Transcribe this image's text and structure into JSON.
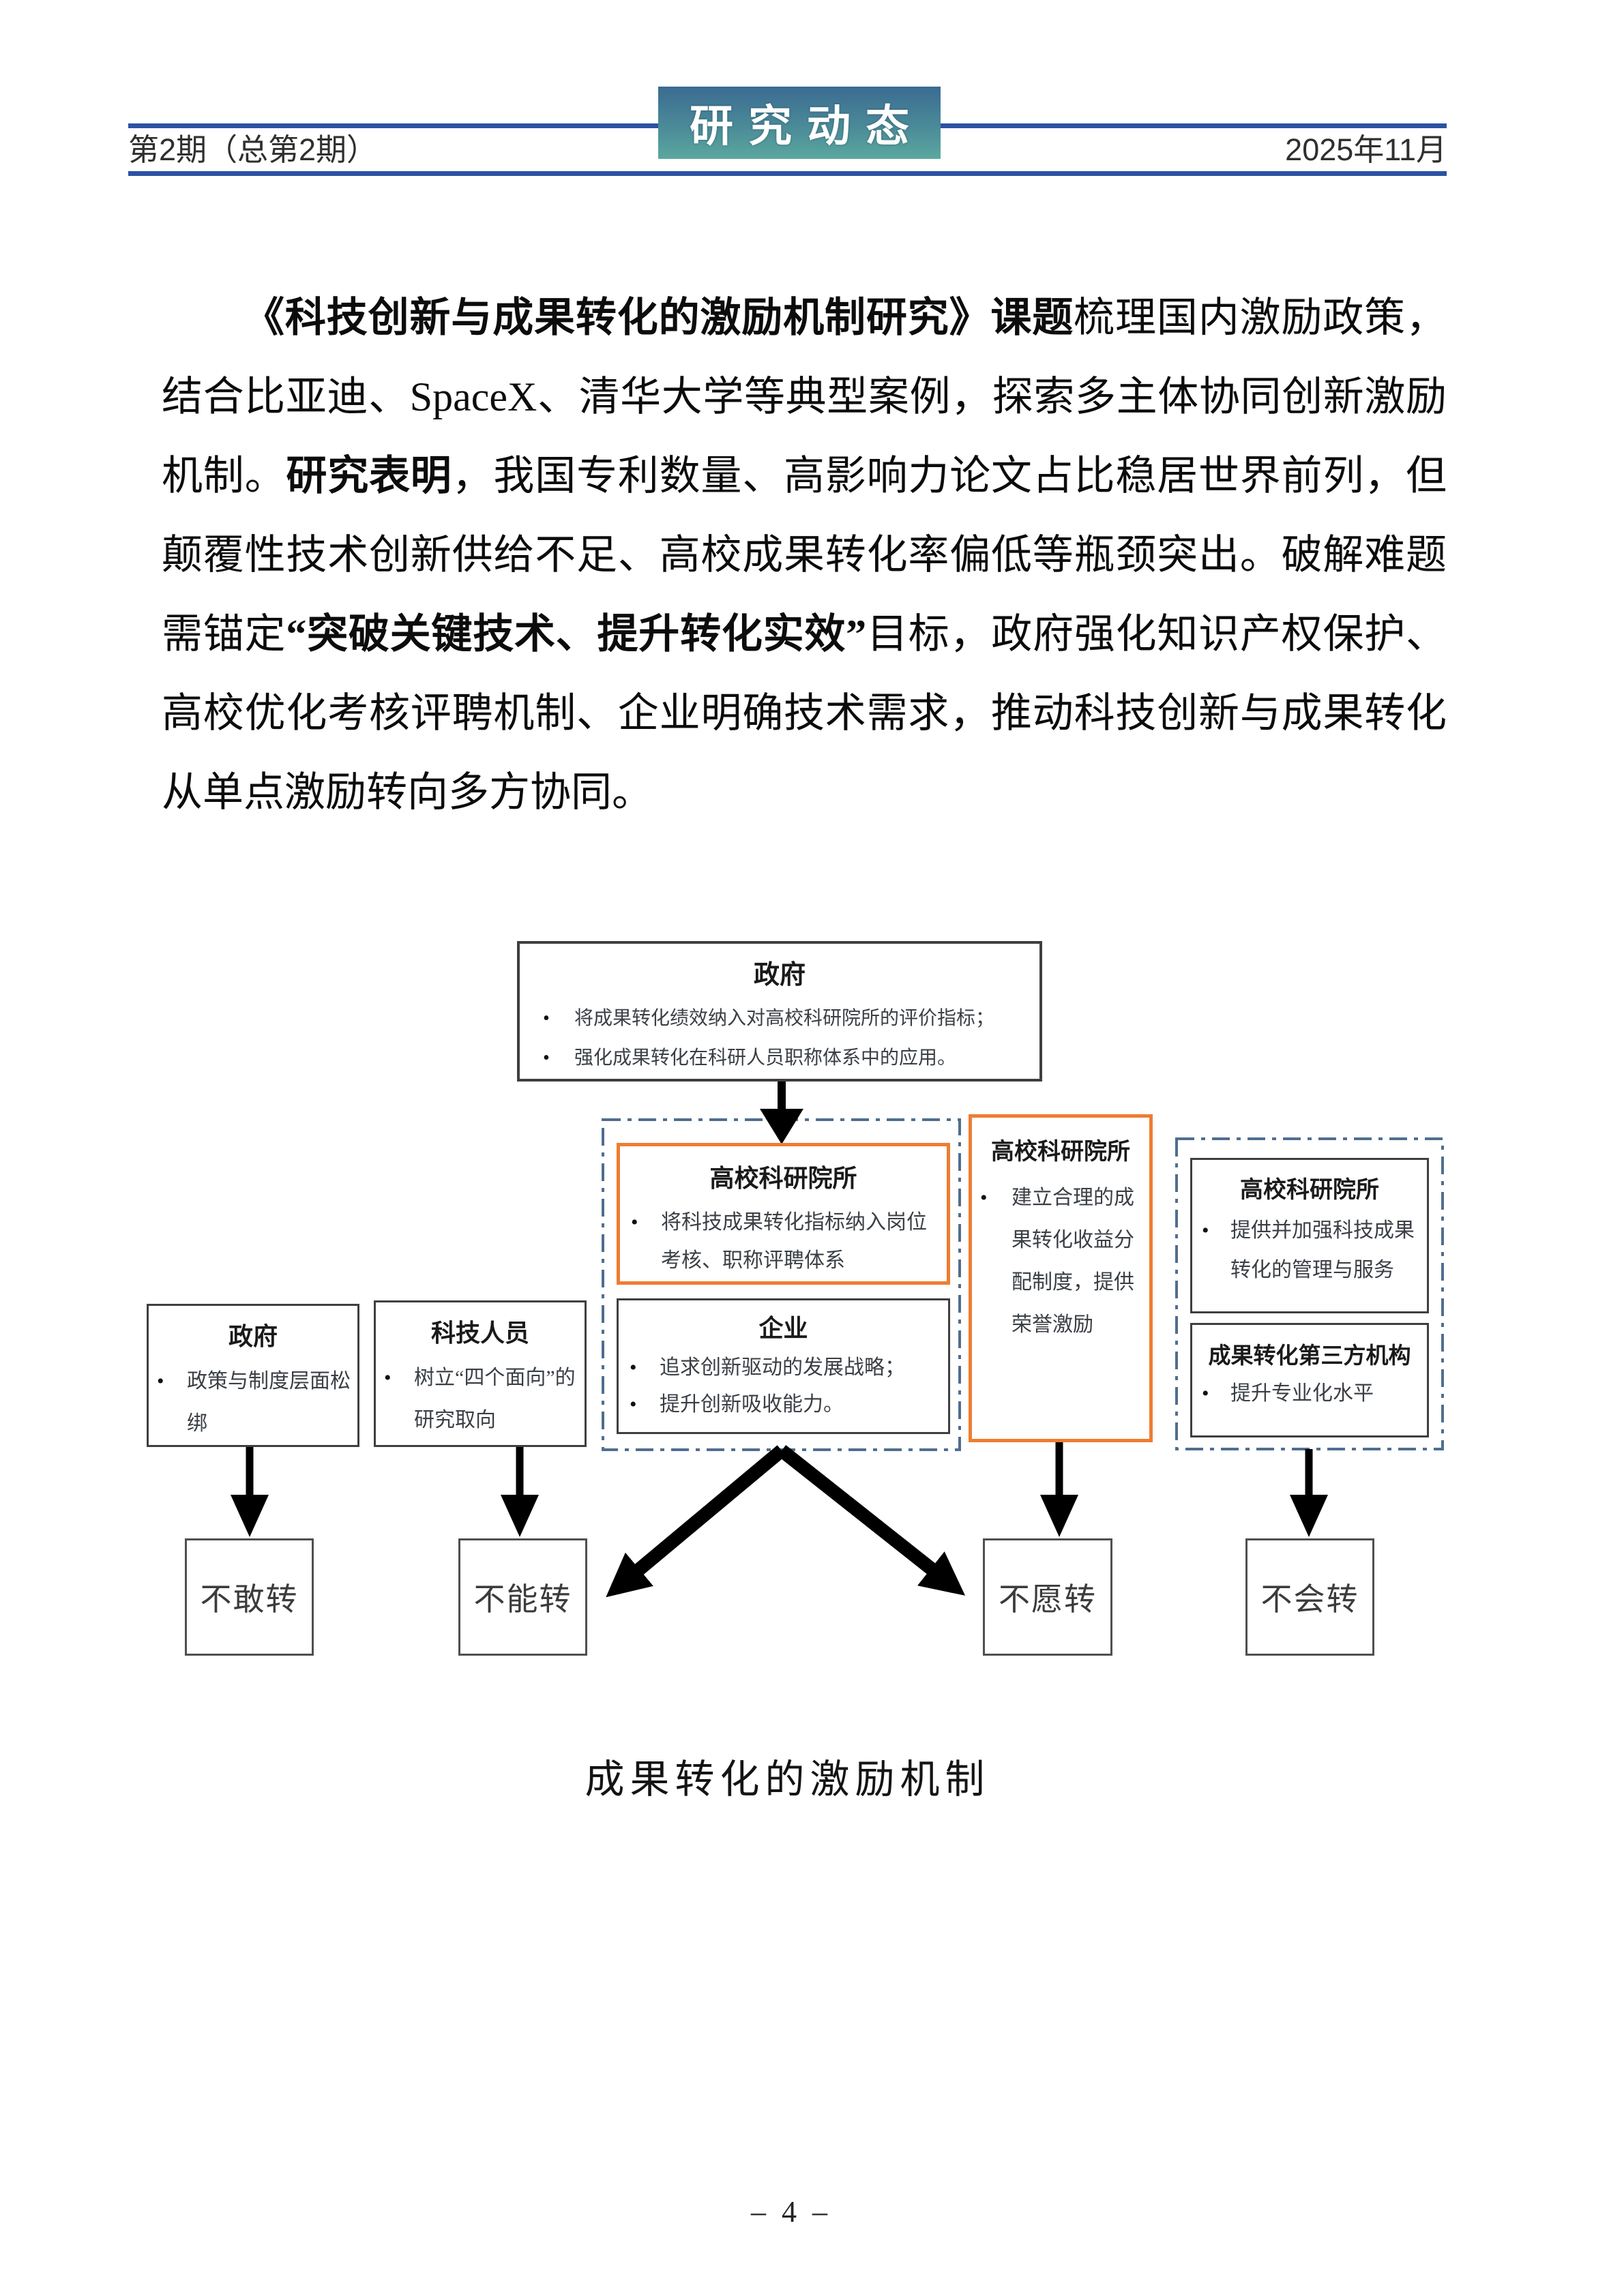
{
  "header": {
    "issue": "第2期（总第2期）",
    "masthead": "研究动态",
    "date": "2025年11月"
  },
  "article": {
    "runs": [
      {
        "text": "《科技创新与成果转化的激励机制研究》课题",
        "bold": true
      },
      {
        "text": "梳理国内激励政策，结合比亚迪、SpaceX、清华大学等典型案例，探索多主体协同创新激励机制。",
        "bold": false
      },
      {
        "text": "研究表明",
        "bold": true
      },
      {
        "text": "，我国专利数量、高影响力论文占比稳居世界前列，但颠覆性技术创新供给不足、高校成果转化率偏低等瓶颈突出。破解难题需锚定",
        "bold": false
      },
      {
        "text": "“突破关键技术、提升转化实效”",
        "bold": true
      },
      {
        "text": "目标，政府强化知识产权保护、高校优化考核评聘机制、企业明确技术需求，推动科技创新与成果转化从单点激励转向多方协同。",
        "bold": false
      }
    ]
  },
  "diagram": {
    "caption": "成果转化的激励机制",
    "nodes": {
      "gov_top": {
        "title": "政府",
        "bullets": [
          "将成果转化绩效纳入对高校科研院所的评价指标；",
          "强化成果转化在科研人员职称体系中的应用。"
        ]
      },
      "uni_a": {
        "title": "高校科研院所",
        "bullets": [
          "将科技成果转化指标纳入岗位考核、职称评聘体系"
        ]
      },
      "enterprise": {
        "title": "企业",
        "bullets": [
          "追求创新驱动的发展战略；",
          "提升创新吸收能力。"
        ]
      },
      "uni_b": {
        "title": "高校科研院所",
        "bullets": [
          "建立合理的成果转化收益分配制度，提供荣誉激励"
        ]
      },
      "uni_c": {
        "title": "高校科研院所",
        "bullets": [
          "提供并加强科技成果转化的管理与服务"
        ]
      },
      "third_party": {
        "title": "成果转化第三方机构",
        "bullets": [
          "提升专业化水平"
        ]
      },
      "gov_left": {
        "title": "政府",
        "bullets": [
          "政策与制度层面松绑"
        ]
      },
      "researchers": {
        "title": "科技人员",
        "bullets": [
          "树立“四个面向”的研究取向"
        ]
      }
    },
    "results": [
      {
        "label": "不敢转"
      },
      {
        "label": "不能转"
      },
      {
        "label": "不愿转"
      },
      {
        "label": "不会转"
      }
    ]
  },
  "footer": {
    "page_number": "– 4 –"
  },
  "colors": {
    "header_rule": "#2b52a2",
    "masthead_gradient_top": "#3a6b91",
    "masthead_gradient_bottom": "#5ba89f",
    "orange_border": "#ED7D31",
    "dashdot_border": "#4f6e8f",
    "box_border": "#3f3f3f",
    "arrow": "#000000"
  }
}
